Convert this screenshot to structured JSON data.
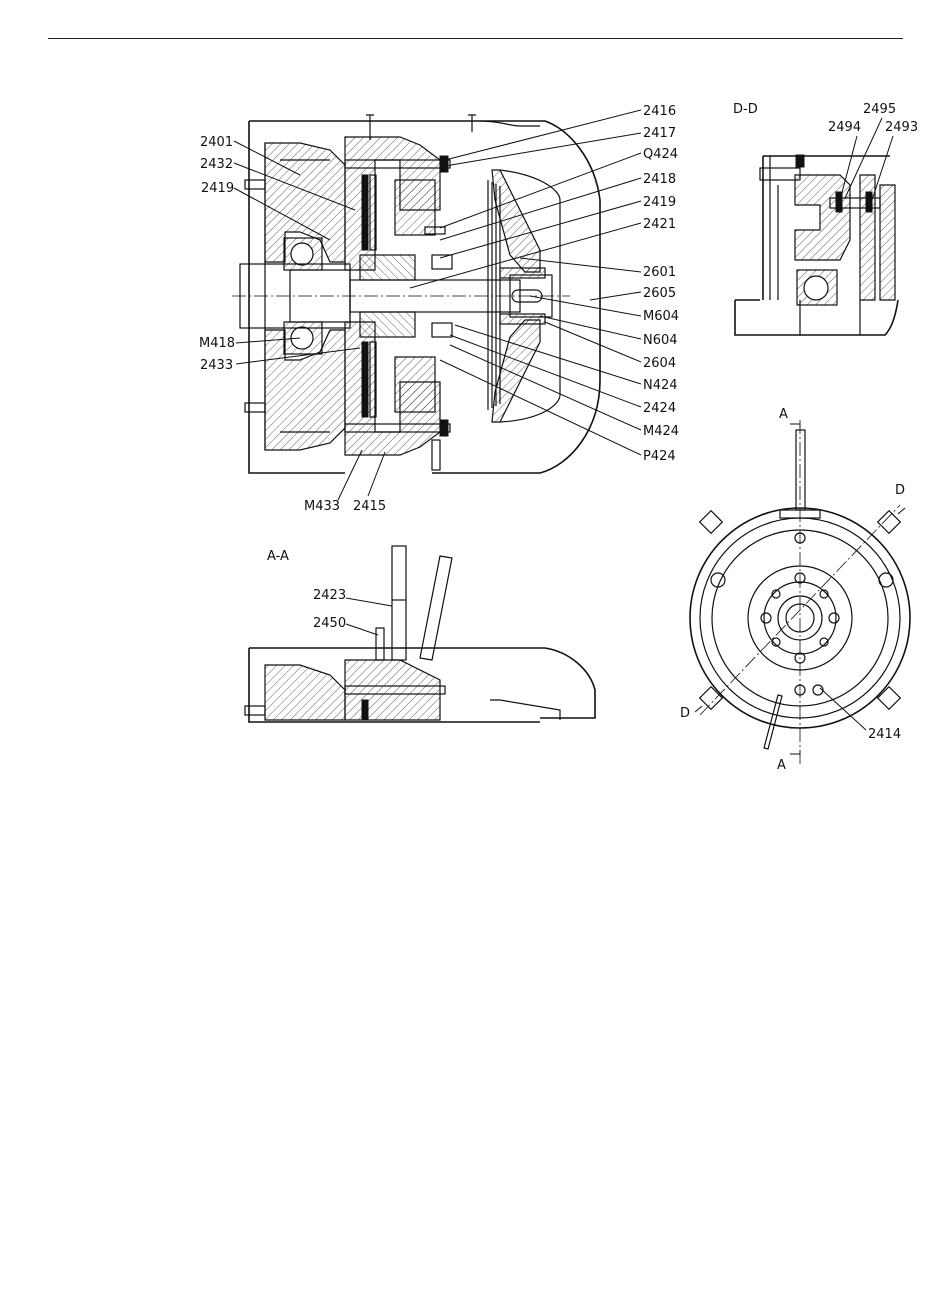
{
  "views": {
    "main_section": {
      "labels_left": [
        "2401",
        "2432",
        "2419",
        "M418",
        "2433"
      ],
      "labels_right": [
        "2416",
        "2417",
        "Q424",
        "2418",
        "2419",
        "2421",
        "2601",
        "2605",
        "M604",
        "N604",
        "2604",
        "N424",
        "2424",
        "M424",
        "P424"
      ],
      "labels_bottom": [
        "M433",
        "2415"
      ]
    },
    "section_dd": {
      "title": "D-D",
      "labels": [
        "2495",
        "2494",
        "2493"
      ]
    },
    "section_aa": {
      "title": "A-A",
      "labels": [
        "2423",
        "2450"
      ]
    },
    "end_view": {
      "labels": [
        "A",
        "A",
        "D",
        "D",
        "2414"
      ]
    }
  }
}
